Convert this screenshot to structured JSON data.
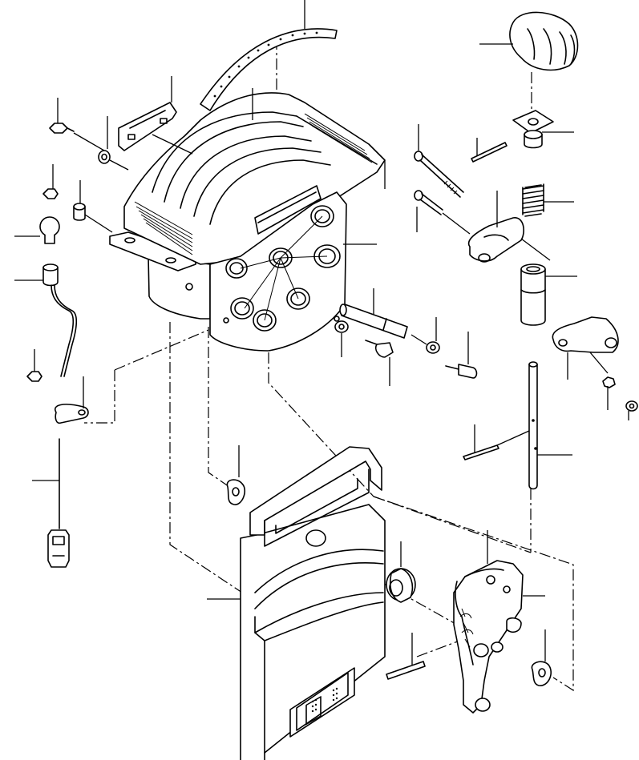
{
  "diagram": {
    "kind": "exploded-parts-view",
    "colors": {
      "line": "#000000",
      "background": "#ffffff",
      "shade": "#e6e6e6"
    },
    "parts": [
      {
        "id": "shift-knob",
        "icon": "knob-icon"
      },
      {
        "id": "retainer-plate",
        "icon": "plate-icon"
      },
      {
        "id": "bushing-top",
        "icon": "bushing-icon"
      },
      {
        "id": "spring",
        "icon": "spring-icon"
      },
      {
        "id": "sleeve",
        "icon": "sleeve-icon"
      },
      {
        "id": "lever-shaft",
        "icon": "shaft-icon"
      },
      {
        "id": "yoke-upper",
        "icon": "yoke-icon"
      },
      {
        "id": "yoke-lower",
        "icon": "yoke-icon"
      },
      {
        "id": "bolt-long",
        "icon": "bolt-icon"
      },
      {
        "id": "bolt-short",
        "icon": "bolt-icon"
      },
      {
        "id": "housing-cover",
        "icon": "housing-icon"
      },
      {
        "id": "indicator-strip",
        "icon": "strip-icon"
      },
      {
        "id": "lamp-cover-plate",
        "icon": "plate-icon"
      },
      {
        "id": "lamp-bulb",
        "icon": "bulb-icon"
      },
      {
        "id": "lamp-socket",
        "icon": "socket-icon"
      },
      {
        "id": "wire-harness",
        "icon": "wire-icon"
      },
      {
        "id": "connector",
        "icon": "connector-icon"
      },
      {
        "id": "clip",
        "icon": "clip-icon"
      },
      {
        "id": "base-plate",
        "icon": "panel-icon"
      },
      {
        "id": "roller",
        "icon": "roller-icon"
      },
      {
        "id": "detent-lever",
        "icon": "lever-icon"
      },
      {
        "id": "pin",
        "icon": "pin-icon"
      },
      {
        "id": "washer",
        "icon": "washer-icon"
      },
      {
        "id": "nut",
        "icon": "nut-icon"
      },
      {
        "id": "screw",
        "icon": "screw-icon"
      }
    ]
  }
}
